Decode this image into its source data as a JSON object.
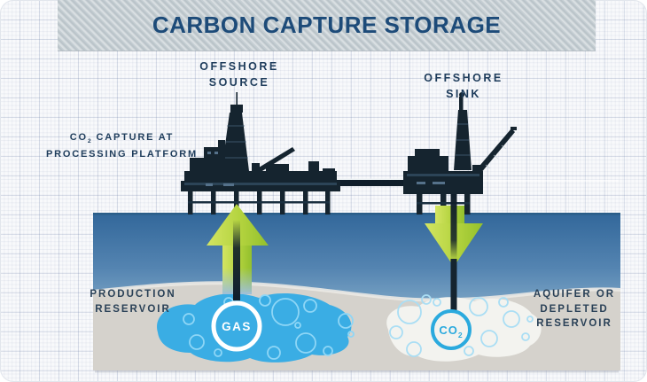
{
  "banner": {
    "title": "CARBON CAPTURE STORAGE"
  },
  "labels": {
    "offshore_source": {
      "line1": "OFFSHORE",
      "line2": "SOURCE"
    },
    "offshore_sink": {
      "line1": "OFFSHORE",
      "line2": "SINK"
    },
    "co2_capture": {
      "co": "CO",
      "sub": "2",
      "rest": " CAPTURE AT",
      "line2": "PROCESSING PLATFORM"
    },
    "production_reservoir": {
      "line1": "PRODUCTION",
      "line2": "RESERVOIR"
    },
    "aquifer": {
      "line1": "AQUIFER OR",
      "line2": "DEPLETED",
      "line3": "RESERVOIR"
    },
    "gas_circle": "GAS",
    "co2_circle": {
      "co": "CO",
      "sub": "2"
    }
  },
  "colors": {
    "title_text": "#1d4b79",
    "label_text": "#1e3c5b",
    "banner_bg": "#c5ced3",
    "sea_top": "#32679a",
    "sea_bottom": "#bed7e6",
    "seabed": "#d5d2cc",
    "gas_blob": "#3aade4",
    "gas_bubble_outline": "#8ed6f6",
    "co2_blob": "#f3f3ef",
    "co2_accent": "#2baade",
    "arrow_green_light": "#d4e563",
    "arrow_green_dark": "#93c02d",
    "rig_silhouette": "#15242f",
    "pipe": "#101e2a"
  }
}
